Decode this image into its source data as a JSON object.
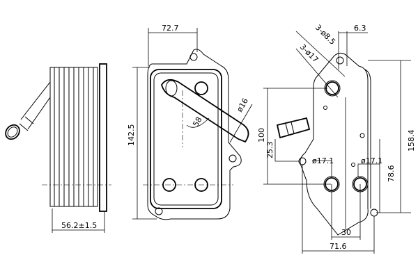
{
  "title": "Oil cooler technical drawing",
  "dimensions": {
    "side_depth": "56.2±1.5",
    "front_width": "72.7",
    "front_height": "142.5",
    "pipe_angle": "58",
    "pipe_diameter": "ø16",
    "hole_small": "3-ø8.5",
    "hole_large": "3-ø17",
    "offset_top": "6.3",
    "vertical_100": "100",
    "vertical_25_3": "25.3",
    "port_left": "ø17.1",
    "port_right": "ø17.1",
    "vertical_78_6": "78.6",
    "overall_height": "158.4",
    "port_spacing": "30",
    "mount_spacing": "71.6"
  }
}
